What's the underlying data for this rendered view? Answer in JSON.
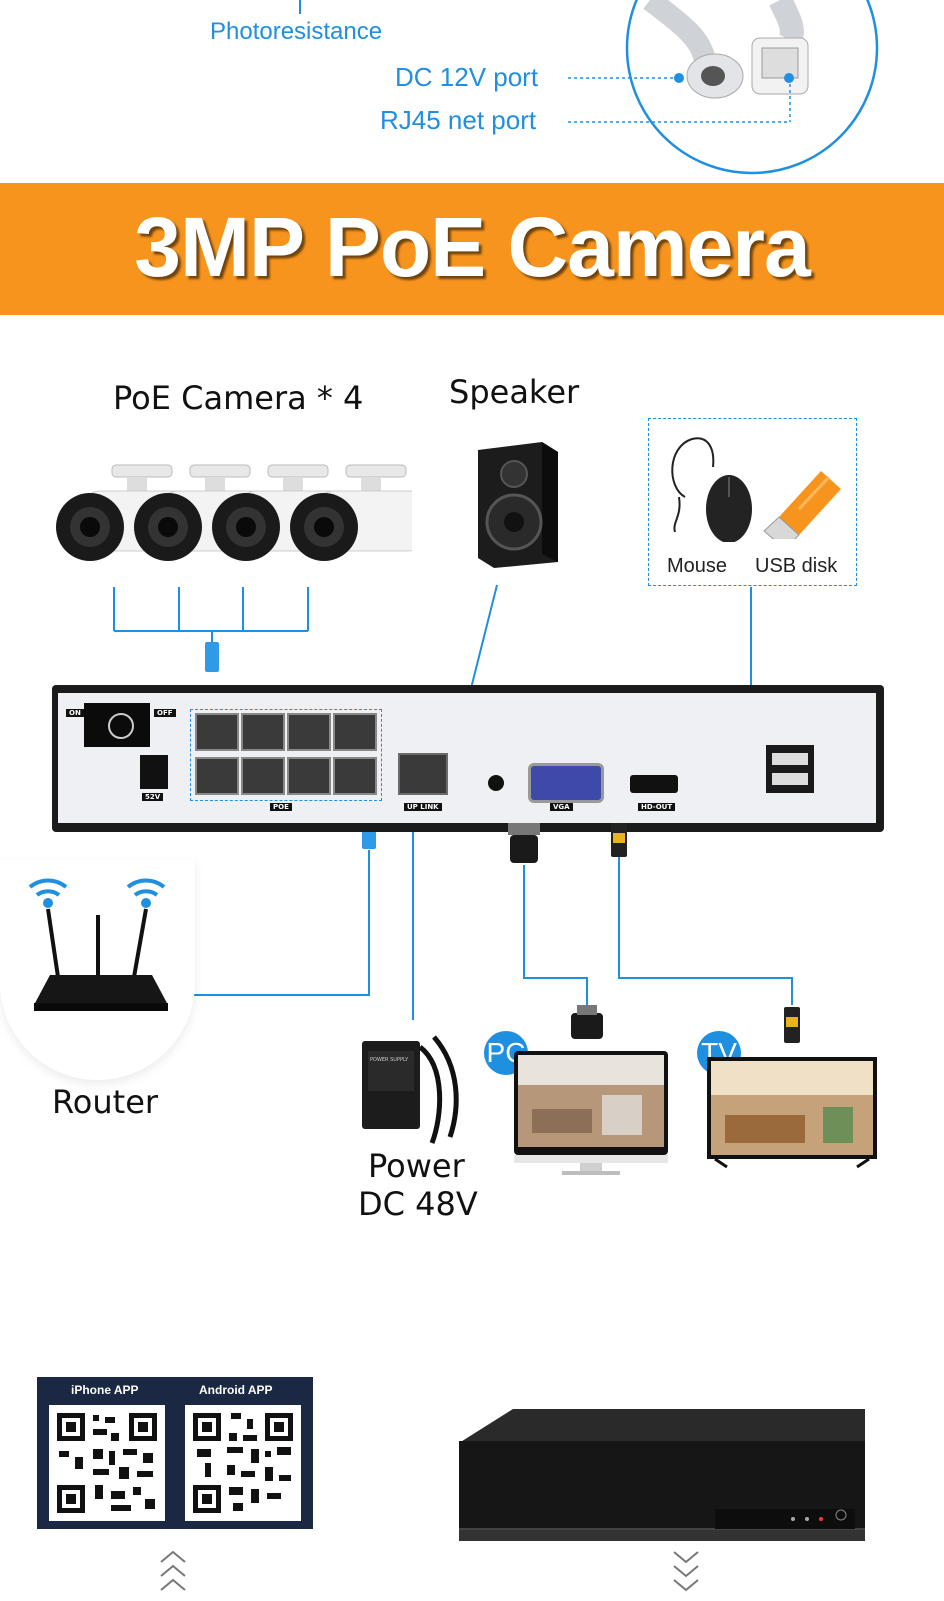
{
  "top_callouts": {
    "photoresistance": "Photoresistance",
    "dc_port": "DC 12V port",
    "rj45_port": "RJ45 net port"
  },
  "banner": {
    "title": "3MP  PoE Camera",
    "color": "#f7941d"
  },
  "diagram": {
    "cameras_label": "PoE Camera * 4",
    "speaker_label": "Speaker",
    "mouse_label": "Mouse",
    "usb_label": "USB disk",
    "router_label": "Router",
    "power_label_line1": "Power",
    "power_label_line2": "DC 48V",
    "pc_badge": "PC",
    "tv_badge": "TV",
    "accent_color": "#1f8fe0"
  },
  "nvr_panel": {
    "switch_on": "ON",
    "switch_off": "OFF",
    "dc_label": "52V",
    "poe_label": "POE",
    "uplink_label": "UP LINK",
    "vga_label": "VGA",
    "hdmi_label": "HD-OUT",
    "power_supply_label": "POWER SUPPLY"
  },
  "apps": {
    "iphone": "iPhone APP",
    "android": "Android APP"
  },
  "icons": [
    "wifi-icon",
    "scroll-up-chevrons-icon",
    "scroll-down-chevrons-icon"
  ]
}
